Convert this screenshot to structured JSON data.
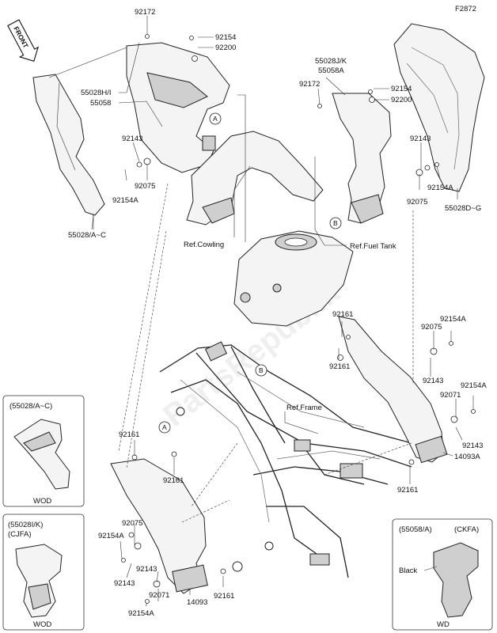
{
  "figure_code": "F2872",
  "front_badge": "FRONT",
  "watermark": "PartsRepublik",
  "callouts": {
    "p92172_top": "92172",
    "p92154_top": "92154",
    "p92200_top": "92200",
    "p55028hi": "55028H/I",
    "p55058": "55058",
    "p92143_l": "92143",
    "p92154a_l": "92154A",
    "p92075_l": "92075",
    "p55028ac": "55028/A~C",
    "p55028jk": "55028J/K",
    "p55058a": "55058A",
    "p92172_r": "92172",
    "p92154_r": "92154",
    "p92200_r": "92200",
    "p92143_r": "92143",
    "p92154a_r": "92154A",
    "p92075_r": "92075",
    "p55028dg": "55028D~G",
    "ref_cowling": "Ref.Cowling",
    "ref_fuel_tank": "Ref.Fuel Tank",
    "ref_frame": "Ref.Frame",
    "p92161_a": "92161",
    "p92161_b": "92161",
    "p92075_m": "92075",
    "p92154a_m": "92154A",
    "p92143_m": "92143",
    "p92071_m": "92071",
    "p92154a_m2": "92154A",
    "p92143_m2": "92143",
    "p14093a": "14093A",
    "p92161_c": "92161",
    "p92161_d": "92161",
    "p92161_e": "92161",
    "p92075_b": "92075",
    "p92154a_b": "92154A",
    "p92143_b": "92143",
    "p92143_b2": "92143",
    "p92071_b": "92071",
    "p92154a_b2": "92154A",
    "p14093": "14093",
    "p92161_f": "92161"
  },
  "ref_markers": {
    "a": "A",
    "b": "B"
  },
  "insets": {
    "left_top": {
      "title": "(55028/A~C)",
      "model": "WOD"
    },
    "left_bottom": {
      "title": "(55028I/K)",
      "subtitle": "(CJFA)",
      "model": "WOD"
    },
    "right_bottom": {
      "title": "(55058/A)",
      "subtitle": "(CKFA)",
      "color_label": "Black",
      "model": "WD"
    }
  },
  "colors": {
    "ink": "#111111",
    "line": "#333333",
    "fill_light": "#f4f4f4",
    "fill_dark": "#cfcfcf"
  }
}
